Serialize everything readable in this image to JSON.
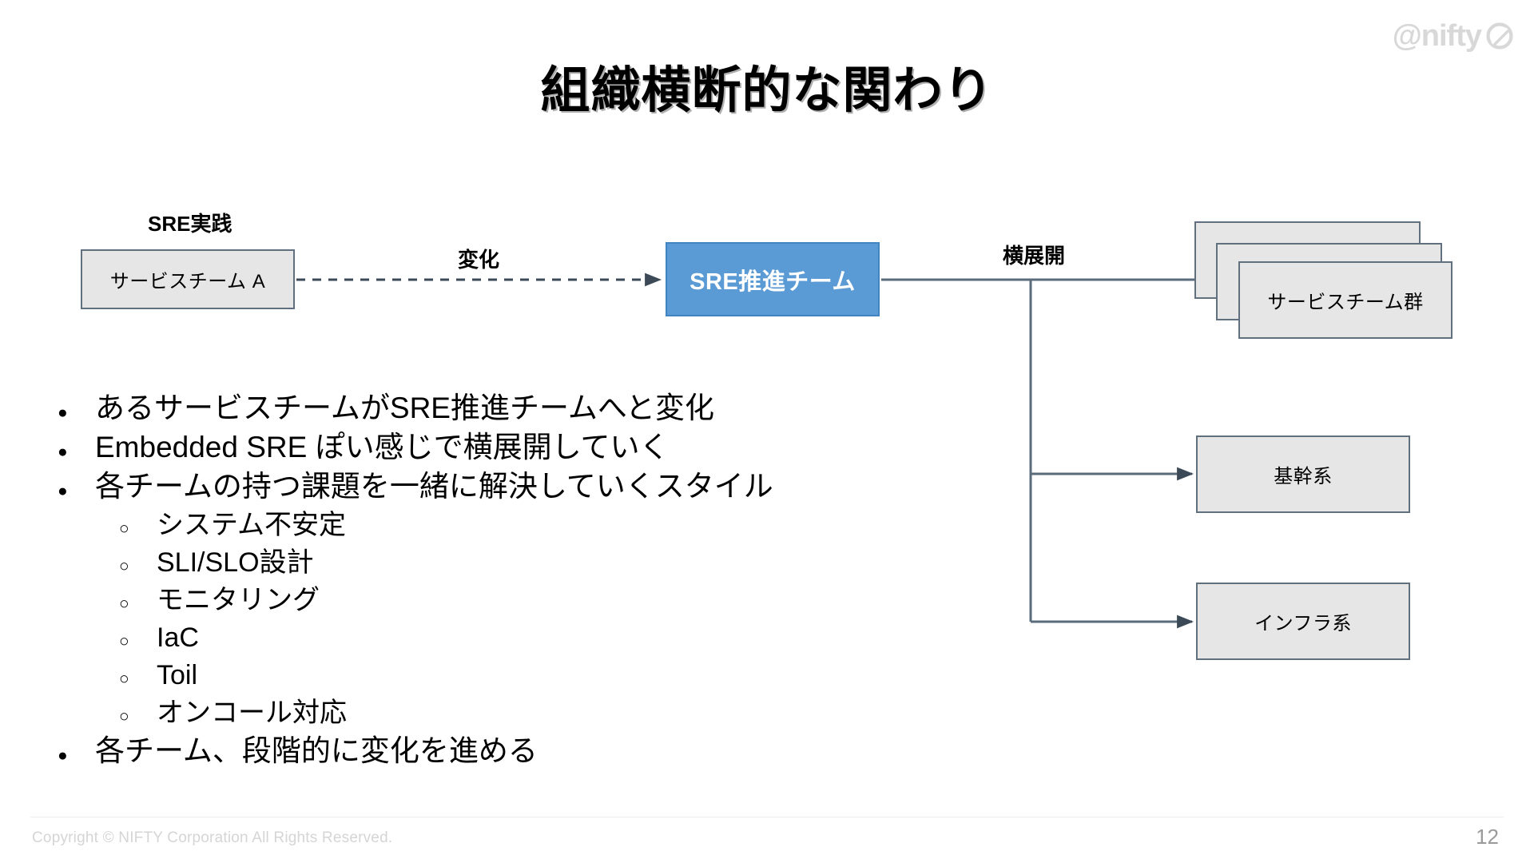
{
  "slide": {
    "title": "組織横断的な関わり",
    "page_number": "12"
  },
  "brand": {
    "logo_text": "@nifty",
    "logo_mark_name": "nifty-swirl-mark",
    "logo_color": "#d8d8d8"
  },
  "diagram": {
    "labels": {
      "sre_practice": "SRE実践",
      "change": "変化",
      "horizontal_rollout": "横展開"
    },
    "nodes": {
      "service_team_a": "サービスチーム A",
      "sre_promotion_team": "SRE推進チーム",
      "service_team_group": "サービスチーム群",
      "core_systems": "基幹系",
      "infrastructure": "インフラ系"
    },
    "colors": {
      "box_fill": "#e6e6e6",
      "box_border": "#60707f",
      "accent_fill": "#5b9bd5",
      "accent_border": "#4283c2",
      "connector": "#5a6b7b"
    }
  },
  "bullets": [
    {
      "level": 1,
      "text": "あるサービスチームがSRE推進チームへと変化"
    },
    {
      "level": 1,
      "text": "Embedded SRE ぽい感じで横展開していく"
    },
    {
      "level": 1,
      "text": "各チームの持つ課題を一緒に解決していくスタイル"
    },
    {
      "level": 2,
      "text": "システム不安定"
    },
    {
      "level": 2,
      "text": "SLI/SLO設計"
    },
    {
      "level": 2,
      "text": "モニタリング"
    },
    {
      "level": 2,
      "text": "IaC"
    },
    {
      "level": 2,
      "text": "Toil"
    },
    {
      "level": 2,
      "text": "オンコール対応"
    },
    {
      "level": 1,
      "text": "各チーム、段階的に変化を進める"
    }
  ],
  "footer": {
    "copyright": "Copyright © NIFTY Corporation All Rights Reserved."
  }
}
